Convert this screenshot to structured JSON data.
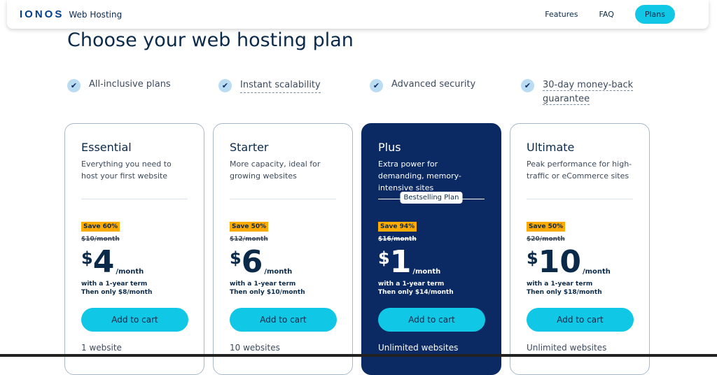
{
  "header": {
    "logo": "IONOS",
    "product": "Web Hosting",
    "nav": [
      "Features",
      "FAQ"
    ],
    "plans_button": "Plans"
  },
  "title": "Choose your web hosting plan",
  "features": [
    "All-inclusive plans",
    "Instant scalability",
    "Advanced security",
    "30-day money-back",
    "guarantee"
  ],
  "plans": [
    {
      "name": "Essential",
      "desc": "Everything you need to host your first website",
      "save": "Save 60%",
      "old": "$10/month",
      "currency": "$",
      "amount": "4",
      "per": "/month",
      "term": "with a 1-year term",
      "then": "Then only $8/month",
      "cta": "Add to cart",
      "sites": "1 website"
    },
    {
      "name": "Starter",
      "desc": "More capacity, ideal for growing websites",
      "save": "Save 50%",
      "old": "$12/month",
      "currency": "$",
      "amount": "6",
      "per": "/month",
      "term": "with a 1-year term",
      "then": "Then only $10/month",
      "cta": "Add to cart",
      "sites": "10 websites"
    },
    {
      "name": "Plus",
      "desc": "Extra power for demanding, memory-intensive sites",
      "badge": "Bestselling Plan",
      "save": "Save 94%",
      "old": "$16/month",
      "currency": "$",
      "amount": "1",
      "per": "/month",
      "term": "with a 1-year term",
      "then": "Then only $14/month",
      "cta": "Add to cart",
      "sites": "Unlimited websites"
    },
    {
      "name": "Ultimate",
      "desc": "Peak performance for high-traffic or eCommerce sites",
      "save": "Save 50%",
      "old": "$20/month",
      "currency": "$",
      "amount": "10",
      "per": "/month",
      "term": "with a 1-year term",
      "then": "Then only $18/month",
      "cta": "Add to cart",
      "sites": "Unlimited websites"
    }
  ]
}
